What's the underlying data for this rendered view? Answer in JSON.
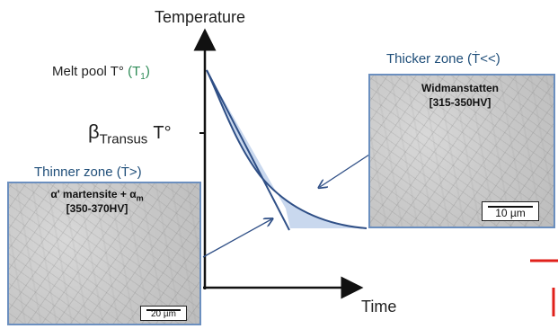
{
  "axes": {
    "y_label": "Temperature",
    "x_label": "Time"
  },
  "levels": {
    "melt_pool": {
      "text": "Melt pool T°",
      "symbol": "T",
      "subscript": "1",
      "symbol_color": "#2e8b57"
    },
    "beta_transus": {
      "beta": "β",
      "subscript": "Transus",
      "suffix": "T°"
    }
  },
  "thinner_zone": {
    "title": "Thinner zone (Ṫ>)",
    "phase_line1": "α' martensite + α",
    "phase_sub": "m",
    "hardness": "[350-370HV]",
    "scale": "20 µm"
  },
  "thicker_zone": {
    "title": "Thicker zone (Ṫ<<)",
    "phase": "Widmanstatten",
    "hardness": "[315-350HV]",
    "scale": "10 µm"
  },
  "colors": {
    "curve": "#2f4f86",
    "shade": "#c9d8ee",
    "frame": "#6b8fbf",
    "accent_red": "#e0211b"
  }
}
